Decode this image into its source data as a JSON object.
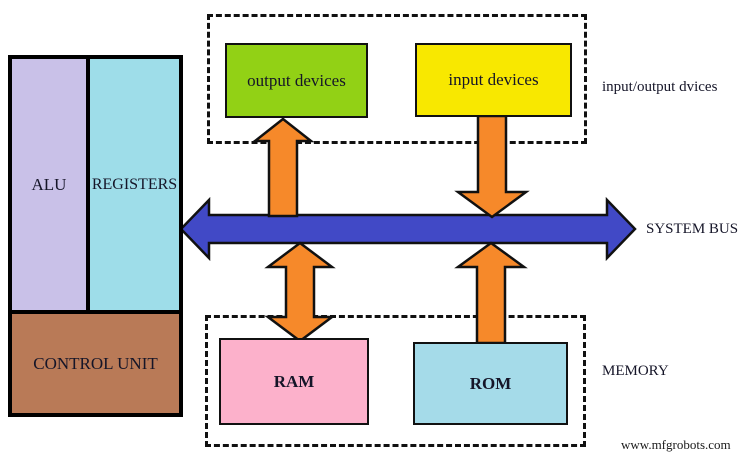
{
  "diagram": {
    "cpu": {
      "alu_label": "ALU",
      "registers_label": "REGISTERS",
      "control_unit_label": "CONTROL UNIT"
    },
    "io": {
      "section_label": "input/output dvices",
      "output_label": "output devices",
      "input_label": "input devices"
    },
    "memory": {
      "section_label": "MEMORY",
      "ram_label": "RAM",
      "rom_label": "ROM"
    },
    "bus": {
      "label": "SYSTEM BUS"
    },
    "watermark": "www.mfgrobots.com",
    "colors": {
      "alu": "#c9c1e8",
      "registers": "#9edde9",
      "control_unit": "#b97a57",
      "output_device": "#92d115",
      "input_device": "#f8e800",
      "ram": "#fcb1cb",
      "rom": "#a5dbe9",
      "bus": "#4149c6",
      "arrow": "#f6892a"
    }
  }
}
